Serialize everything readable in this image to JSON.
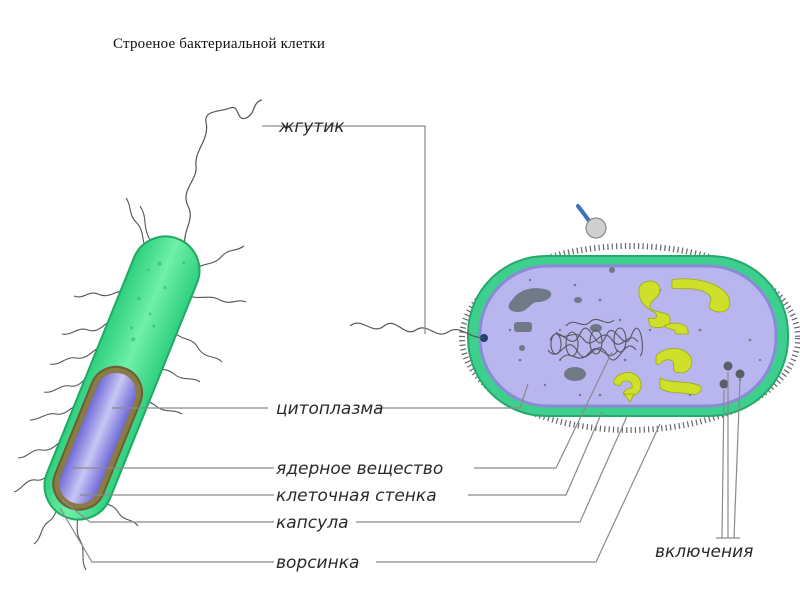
{
  "title": "Строеное бактериальной клетки",
  "labels": {
    "flagellum": "жгутик",
    "cytoplasm": "цитоплазма",
    "nuclear_matter": "ядерное вещество",
    "cell_wall": "клеточная стенка",
    "capsule": "капсула",
    "pilus": "ворсинка",
    "inclusions": "включения"
  },
  "colors": {
    "capsule": "#3ecf8e",
    "cytoplasm": "#b9b6ef",
    "inclusion_yellow": "#cfe02a",
    "inclusion_gray": "#6f7a86",
    "leader_line": "#8a8a8a"
  }
}
